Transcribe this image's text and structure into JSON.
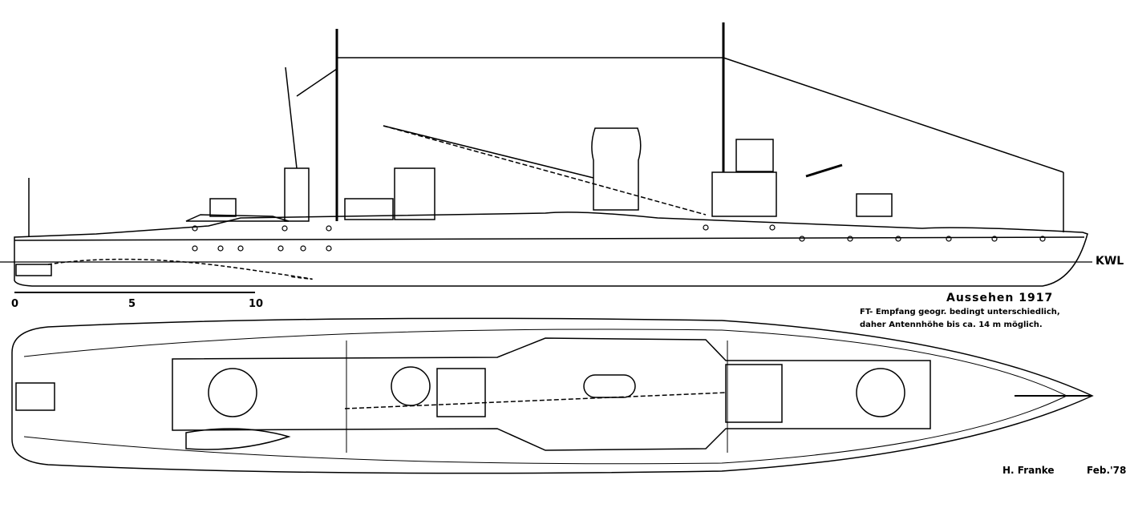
{
  "drawing": {
    "waterline_label": "KWL",
    "scale": {
      "ticks": [
        "0",
        "5",
        "10"
      ]
    },
    "title": "Aussehen 1917",
    "note_line1": "FT- Empfang geogr. bedingt unterschiedlich,",
    "note_line2": "daher Antennhöhe bis ca. 14 m möglich.",
    "author": "H. Franke",
    "date": "Feb.'78"
  }
}
